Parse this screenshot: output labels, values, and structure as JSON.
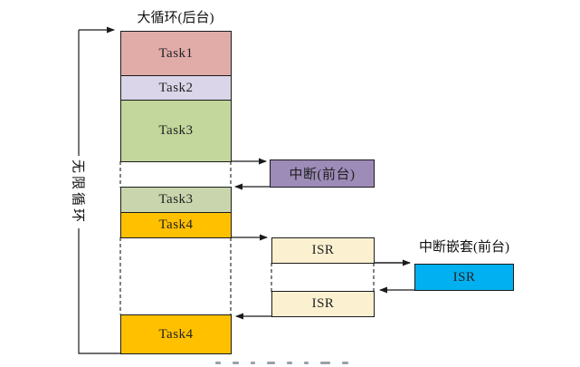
{
  "titles": {
    "main": "大循环(后台)",
    "loop": "无限循环",
    "nested": "中断嵌套(前台)"
  },
  "background_column": {
    "blocks": [
      {
        "label": "Task1"
      },
      {
        "label": "Task2"
      },
      {
        "label": "Task3"
      },
      {
        "label": "Task3"
      },
      {
        "label": "Task4"
      },
      {
        "label": "Task4"
      }
    ]
  },
  "foreground": {
    "interrupt_label": "中断(前台)",
    "isr_first_label": "ISR",
    "isr_second_label": "ISR",
    "nested_isr_label": "ISR"
  },
  "colors": {
    "task1": "#e1aca8",
    "task2": "#dad5e8",
    "task3": "#c3d69b",
    "task3_repeat": "#c9d5ad",
    "task4": "#ffc000",
    "interrupt": "#9d8bb8",
    "isr": "#fbf0d0",
    "nested_isr": "#00b0f0",
    "line": "#1b1b1b"
  }
}
